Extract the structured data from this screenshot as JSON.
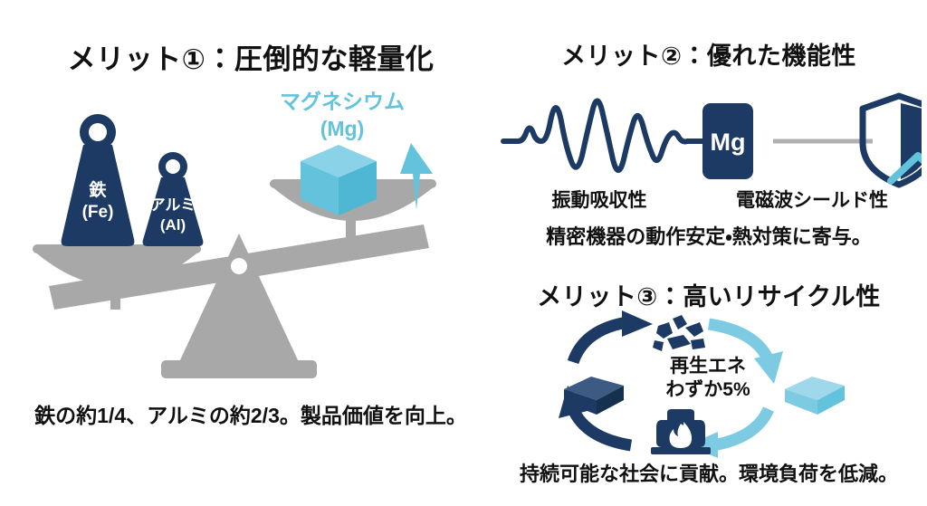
{
  "theme": {
    "background": "#ffffff",
    "navy": "#1c3a63",
    "navy_dark": "#16314f",
    "light_blue": "#63c3dd",
    "light_blue_soft": "#7ccbe2",
    "gray": "#a8a8a8",
    "gray_line": "#b0b0b0",
    "text": "#111111"
  },
  "merit1": {
    "heading": "メリット①：圧倒的な軽量化",
    "caption": "鉄の約1/4、アルミの約2/3。製品価値を向上。",
    "scale": {
      "heavy_side": {
        "weights": [
          {
            "name_line1": "鉄",
            "name_line2": "(Fe)",
            "symbol": "Fe",
            "material": "鉄",
            "size": "large"
          },
          {
            "name_line1": "アルミ",
            "name_line2": "(Al)",
            "symbol": "Al",
            "material": "アルミ",
            "size": "small"
          }
        ]
      },
      "light_side": {
        "label_line1": "マグネシウム",
        "label_line2": "(Mg)",
        "symbol": "Mg",
        "material": "マグネシウム",
        "icon": "cube-icon",
        "arrow": "up-arrow-icon"
      }
    }
  },
  "merit2": {
    "heading": "メリット②：優れた機能性",
    "caption": "精密機器の動作安定・熱対策に寄与。",
    "features": [
      {
        "label": "振動吸収性",
        "icon": "damped-wave-icon",
        "block_label": "Mg"
      },
      {
        "label": "電磁波シールド性",
        "icon": "shield-icon"
      }
    ]
  },
  "merit3": {
    "heading": "メリット③：高いリサイクル性",
    "caption": "持続可能な社会に貢献。環境負荷を低減。",
    "cycle": {
      "center_line1": "再生エネ",
      "center_line2": "わずか5%",
      "energy_percent": "5%",
      "nodes": [
        {
          "icon": "scrap-icon",
          "position": "top"
        },
        {
          "icon": "ingot-light-icon",
          "position": "right"
        },
        {
          "icon": "furnace-icon",
          "position": "bottom"
        },
        {
          "icon": "ingot-navy-icon",
          "position": "left"
        }
      ]
    }
  }
}
